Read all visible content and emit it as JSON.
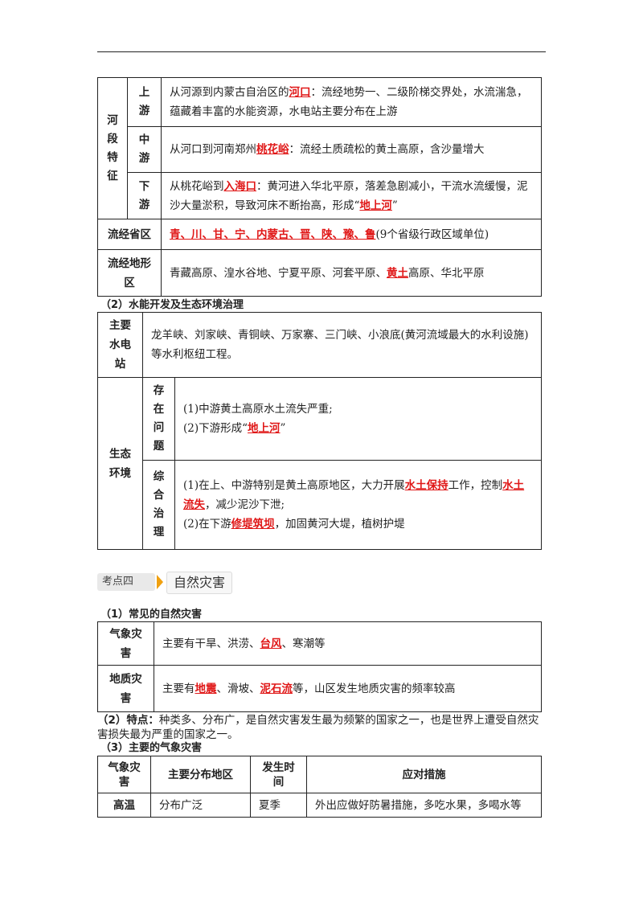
{
  "table1": {
    "section_label": "河段特征",
    "rows": [
      {
        "name": "上游",
        "parts": [
          {
            "t": "从河源到内蒙古自治区的"
          },
          {
            "t": "河口",
            "k": true
          },
          {
            "t": "：流经地势一、二级阶梯交界处，水流湍急，蕴藏着丰富的水能资源，水电站主要分布在上游"
          }
        ]
      },
      {
        "name": "中游",
        "parts": [
          {
            "t": "从河口到河南郑州"
          },
          {
            "t": "桃花峪",
            "k": true
          },
          {
            "t": "：流经土质疏松的黄土高原，含沙量增大"
          }
        ]
      },
      {
        "name": "下游",
        "parts": [
          {
            "t": "从桃花峪到"
          },
          {
            "t": "入海口",
            "k": true
          },
          {
            "t": "：黄河进入华北平原，落差急剧减小，干流水流缓慢，泥沙大量淤积，导致河床不断抬高，形成“"
          },
          {
            "t": "地上河",
            "k": true
          },
          {
            "t": "”"
          }
        ]
      }
    ],
    "provinces": {
      "label": "流经省区",
      "parts": [
        {
          "t": "青、川、甘、宁、内蒙古、晋、陕、豫、鲁",
          "k": true
        },
        {
          "t": "(9个省级行政区域单位)"
        }
      ]
    },
    "terrain": {
      "label": "流经地形区",
      "parts": [
        {
          "t": "青藏高原、湟水谷地、宁夏平原、河套平原、"
        },
        {
          "t": "黄土",
          "k": true
        },
        {
          "t": "高原、华北平原"
        }
      ]
    }
  },
  "section2": {
    "title": "（2）水能开发及生态环境治理"
  },
  "table2": {
    "stations": {
      "label": "主要水电站",
      "text": "龙羊峡、刘家峡、青铜峡、万家寨、三门峡、小浪底(黄河流域最大的水利设施)等水利枢纽工程。"
    },
    "eco": {
      "label": "生态环境",
      "problems": {
        "label": "存在问题",
        "lines": [
          [
            {
              "t": "(1)中游黄土高原水土流失严重;"
            }
          ],
          [
            {
              "t": "(2)下游形成“"
            },
            {
              "t": "地上河",
              "k": true
            },
            {
              "t": "”"
            }
          ]
        ]
      },
      "governance": {
        "label": "综合治理",
        "lines": [
          [
            {
              "t": "(1)在上、中游特别是黄土高原地区，大力开展"
            },
            {
              "t": "水土保持",
              "k": true
            },
            {
              "t": "工作，控制"
            },
            {
              "t": "水土流失",
              "k": true
            },
            {
              "t": "，减少泥沙下泄;"
            }
          ],
          [
            {
              "t": "(2)在下游"
            },
            {
              "t": "修堤筑坝",
              "k": true
            },
            {
              "t": "，加固黄河大堤，植树护堤"
            }
          ]
        ]
      }
    }
  },
  "badge": {
    "tag": "考点四",
    "title": "自然灾害"
  },
  "section3": {
    "title": "（1）常见的自然灾害"
  },
  "table3": {
    "rows": [
      {
        "label": "气象灾害",
        "parts": [
          {
            "t": "主要有干旱、洪涝、"
          },
          {
            "t": "台风",
            "k": true
          },
          {
            "t": "、寒潮等"
          }
        ]
      },
      {
        "label": "地质灾害",
        "parts": [
          {
            "t": "主要有"
          },
          {
            "t": "地震",
            "k": true
          },
          {
            "t": "、滑坡、"
          },
          {
            "t": "泥石流",
            "k": true
          },
          {
            "t": "等，山区发生地质灾害的频率较高"
          }
        ]
      }
    ]
  },
  "features": {
    "label": "（2）特点：",
    "text": "种类多、分布广，是自然灾害发生最为频繁的国家之一，也是世界上遭受自然灾害损失最为严重的国家之一。"
  },
  "section4": {
    "title": "（3）主要的气象灾害"
  },
  "table4": {
    "headers": [
      "气象灾害",
      "主要分布地区",
      "发生时间",
      "应对措施"
    ],
    "rows": [
      {
        "name": "高温",
        "area": "分布广泛",
        "time": "夏季",
        "measure": "外出应做好防暑措施，多吃水果，多喝水等"
      }
    ]
  }
}
